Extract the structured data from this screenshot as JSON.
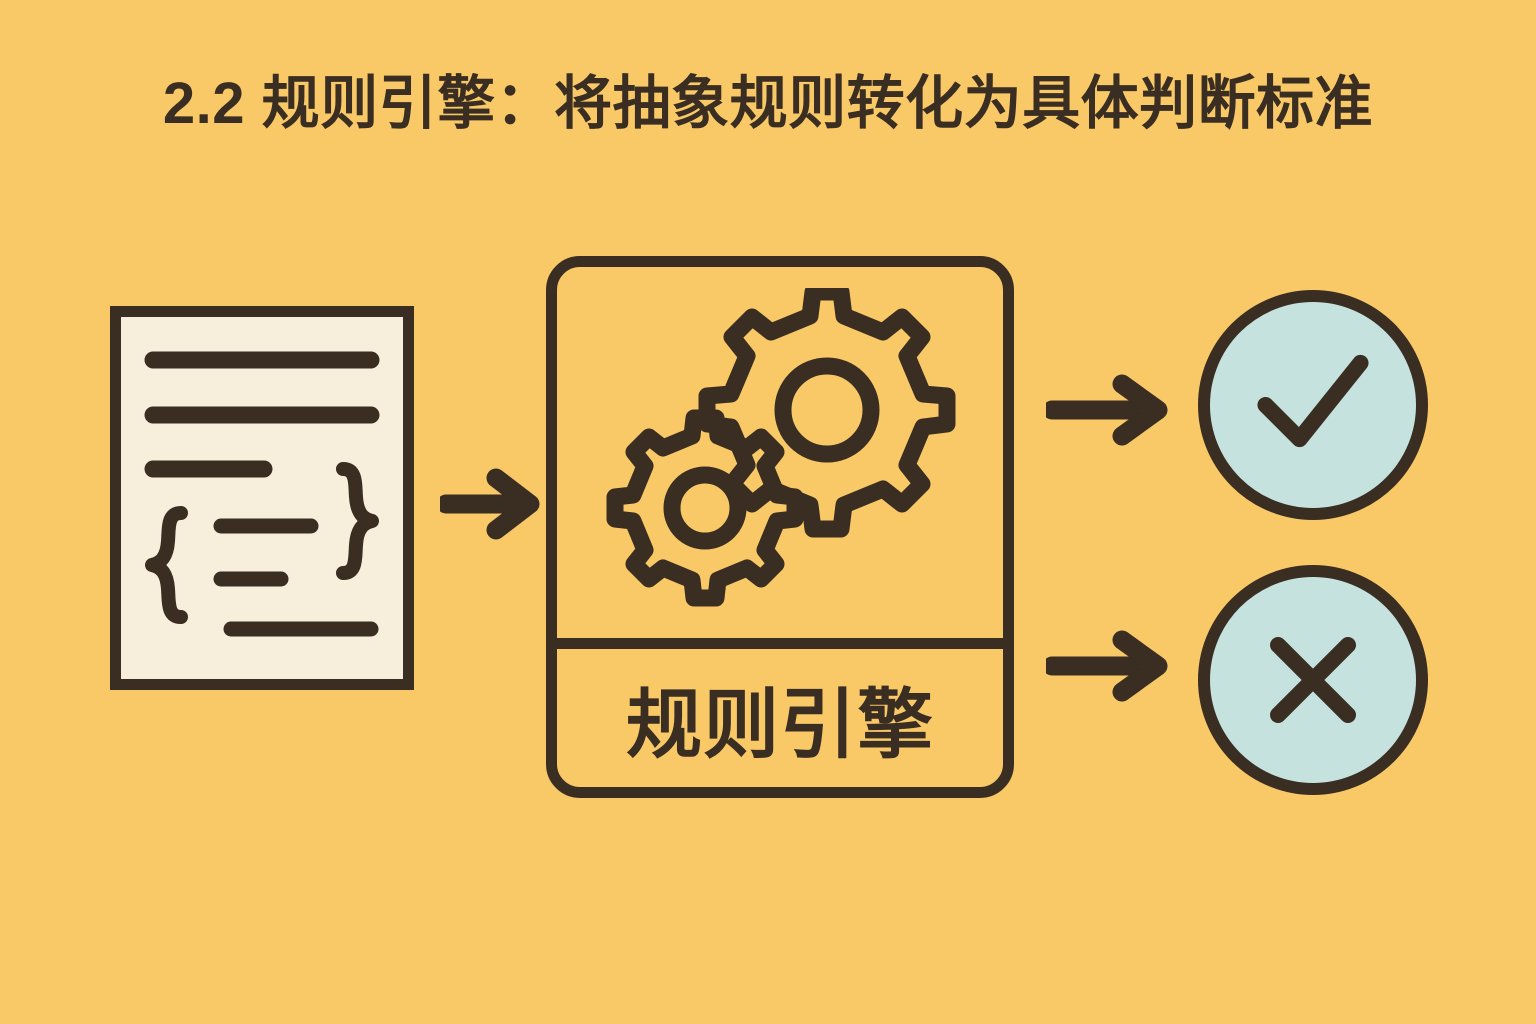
{
  "page": {
    "title": "2.2 规则引擎：将抽象规则转化为具体判断标准",
    "background_color": "#F9C967",
    "ink_color": "#3A2D22",
    "paper_color": "#F7EEDC",
    "accent_color": "#C5E2DF"
  },
  "diagram": {
    "input": {
      "name": "rules-document",
      "icon": "document-code-icon",
      "fill_color": "#F7EEDC",
      "line_count": 6,
      "braces": "{ }"
    },
    "arrows": [
      {
        "name": "arrow-doc-to-engine",
        "icon": "arrow-right-icon",
        "direction": "right"
      },
      {
        "name": "arrow-engine-to-pass",
        "icon": "arrow-right-icon",
        "direction": "right"
      },
      {
        "name": "arrow-engine-to-fail",
        "icon": "arrow-right-icon",
        "direction": "right"
      }
    ],
    "processor": {
      "name": "rule-engine-box",
      "label": "规则引擎",
      "icon": "gears-icon",
      "gear_count": 2
    },
    "outputs": [
      {
        "name": "result-pass",
        "icon": "check-circle-icon",
        "fill_color": "#C5E2DF"
      },
      {
        "name": "result-fail",
        "icon": "cross-circle-icon",
        "fill_color": "#C5E2DF"
      }
    ]
  }
}
